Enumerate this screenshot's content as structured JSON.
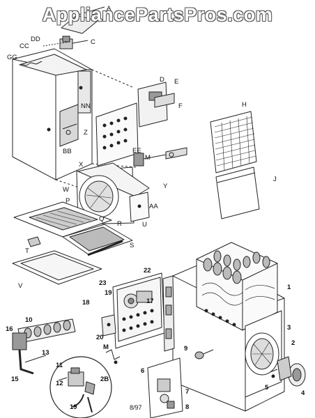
{
  "watermark": "AppliancePartsPros.com",
  "footer": "8/97",
  "labels": {
    "A": "A",
    "C": "C",
    "DD": "DD",
    "CC": "CC",
    "GG": "GG",
    "D": "D",
    "E": "E",
    "F": "F",
    "NN": "NN",
    "Z": "Z",
    "BB": "BB",
    "EE": "EE",
    "M": "M",
    "H": "H",
    "X": "X",
    "W": "W",
    "Y": "Y",
    "J": "J",
    "AA": "AA",
    "P": "P",
    "U": "U",
    "Q": "Q",
    "R": "R",
    "S": "S",
    "T": "T",
    "V": "V",
    "n22": "22",
    "n23": "23",
    "n18": "18",
    "n19": "19",
    "n17": "17",
    "n1": "1",
    "n3": "3",
    "n2": "2",
    "n20": "20",
    "n9": "9",
    "n16": "16",
    "n10": "10",
    "M2": "M",
    "n13": "13",
    "n15": "15",
    "n11": "11",
    "n12": "12",
    "n6": "6",
    "n7": "7",
    "n8": "8",
    "n5": "5",
    "n4": "4",
    "n2B": "2B",
    "n19b": "19"
  }
}
